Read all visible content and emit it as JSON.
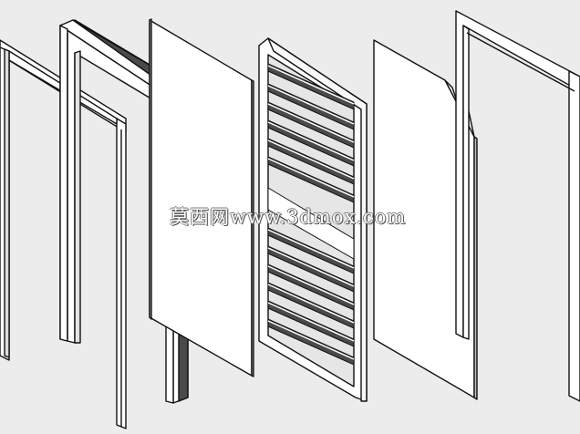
{
  "watermark": {
    "text": "莫西网www.3dmox.com"
  },
  "scene": {
    "description_items": [
      "outer-door-frame",
      "thick-door-frame",
      "flat-door-panel",
      "slatted-door-panel",
      "clipped-door-panel",
      "thin-door-frame"
    ],
    "colors": {
      "background": "#ececec",
      "surface": "#ffffff",
      "line": "#111111",
      "shade": "#4a4a4a",
      "glass": "#e6e6e6"
    }
  }
}
